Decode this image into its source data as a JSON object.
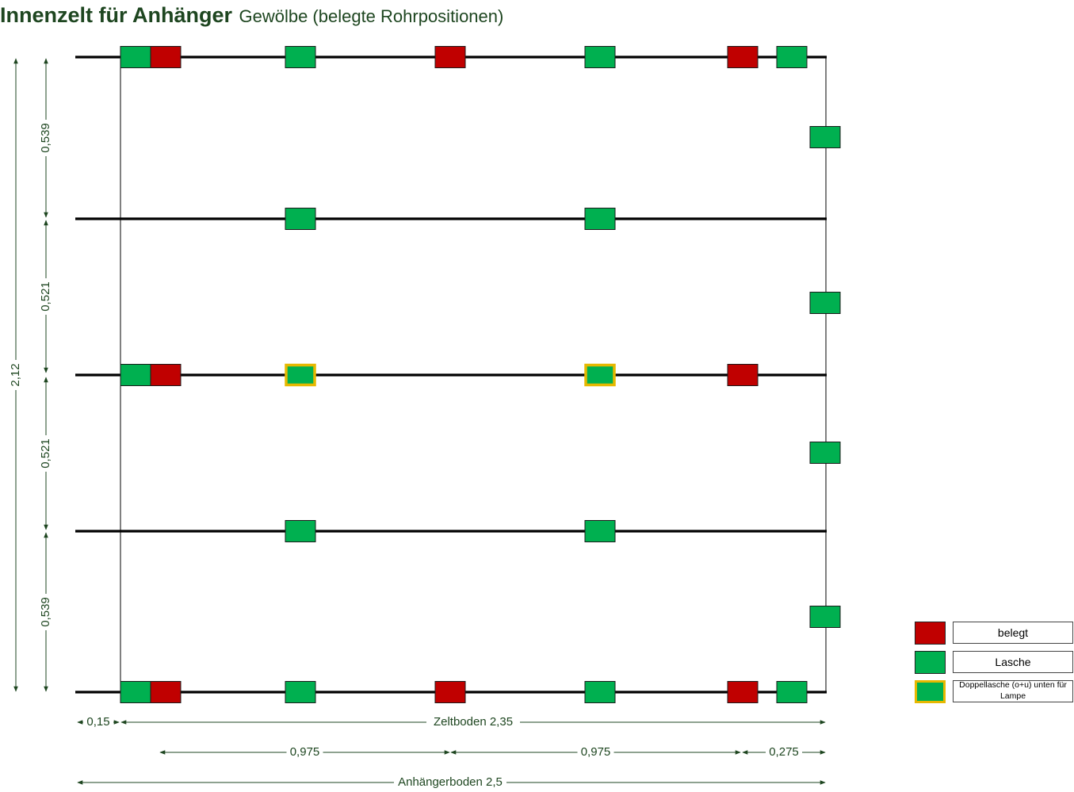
{
  "title": {
    "main": "Innenzelt für Anhänger",
    "subtitle": "Gewölbe (belegte Rohrpositionen)"
  },
  "colors": {
    "occupied": "#c00000",
    "tab": "#00b050",
    "double_tab_border": "#e6b800",
    "dimension": "#1e4620",
    "line": "#000000"
  },
  "markers": {
    "rows": [
      [
        "tab",
        "occupied",
        "tab",
        "occupied",
        "tab",
        "occupied",
        "tab"
      ],
      [
        "tab",
        "tab"
      ],
      [
        "tab",
        "occupied",
        "double",
        "double",
        "occupied"
      ],
      [
        "tab",
        "tab"
      ],
      [
        "tab",
        "occupied",
        "tab",
        "occupied",
        "tab",
        "occupied",
        "tab"
      ]
    ],
    "side_tabs": 4
  },
  "dimensions": {
    "vertical_total": "2,12",
    "vertical_segments": [
      "0,539",
      "0,521",
      "0,521",
      "0,539"
    ],
    "left_offset": "0,15",
    "floor": "Zeltboden 2,35",
    "spacing": [
      "0,975",
      "0,975",
      "0,275"
    ],
    "trailer_floor": "Anhängerboden 2,5"
  },
  "legend": [
    {
      "key": "occupied",
      "label": "belegt"
    },
    {
      "key": "tab",
      "label": "Lasche"
    },
    {
      "key": "double",
      "label": "Doppellasche (o+u) unten für Lampe"
    }
  ]
}
